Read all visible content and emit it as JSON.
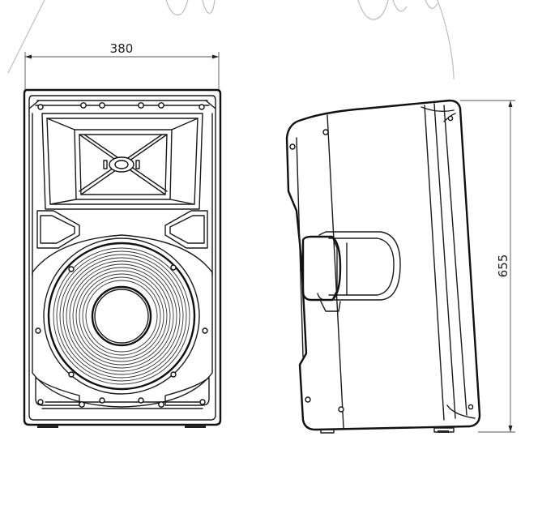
{
  "dimensions": {
    "width_label": "380",
    "height_label": "655"
  },
  "colors": {
    "line": "#1a1a1a",
    "dimension_line": "#555555",
    "background_swoosh": "#bdbdbd",
    "background": "#ffffff"
  },
  "views": [
    "front-view",
    "side-view"
  ]
}
